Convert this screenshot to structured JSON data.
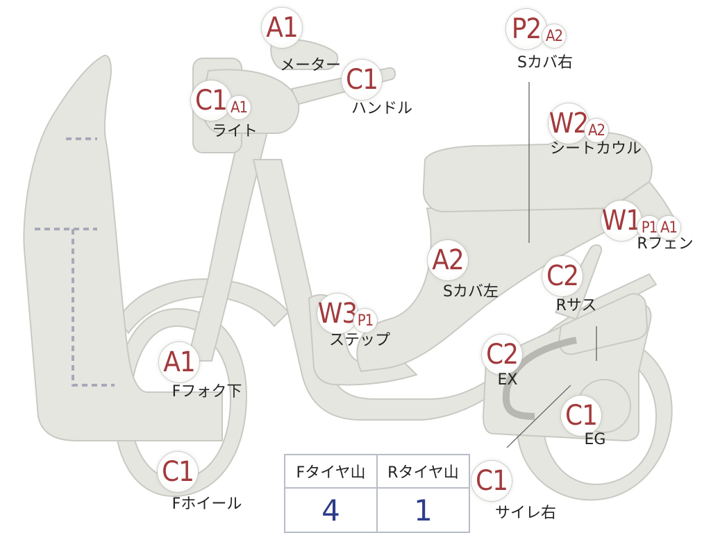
{
  "parts": [
    {
      "id": "meter",
      "codes": [
        "A1"
      ],
      "label": "メーター"
    },
    {
      "id": "light",
      "codes": [
        "C1",
        "A1"
      ],
      "label": "ライト"
    },
    {
      "id": "handle",
      "codes": [
        "C1"
      ],
      "label": "ハンドル"
    },
    {
      "id": "s-cover-r",
      "codes": [
        "P2",
        "A2"
      ],
      "label": "Sカバ右"
    },
    {
      "id": "seat-cowl",
      "codes": [
        "W2",
        "A2"
      ],
      "label": "シートカウル"
    },
    {
      "id": "r-fender",
      "codes": [
        "W1",
        "P1",
        "A1"
      ],
      "label": "Rフェン"
    },
    {
      "id": "s-cover-l",
      "codes": [
        "A2"
      ],
      "label": "Sカバ左"
    },
    {
      "id": "r-susp",
      "codes": [
        "C2"
      ],
      "label": "Rサス"
    },
    {
      "id": "step",
      "codes": [
        "W3",
        "P1"
      ],
      "label": "ステップ"
    },
    {
      "id": "f-fork-low",
      "codes": [
        "A1"
      ],
      "label": "Fフォク下"
    },
    {
      "id": "ex",
      "codes": [
        "C2"
      ],
      "label": "EX"
    },
    {
      "id": "eg",
      "codes": [
        "C1"
      ],
      "label": "EG"
    },
    {
      "id": "f-wheel",
      "codes": [
        "C1"
      ],
      "label": "Fホイール"
    },
    {
      "id": "muffler-r",
      "codes": [
        "C1"
      ],
      "label": "サイレ右"
    }
  ],
  "tires": {
    "front_header": "Fタイヤ山",
    "rear_header": "Rタイヤ山",
    "front_value": "4",
    "rear_value": "1"
  },
  "colors": {
    "body_fill": "#e6e6e1",
    "body_stroke": "#c9c9c3",
    "code_text": "#a23a3c",
    "tire_value": "#2d3c8a"
  }
}
